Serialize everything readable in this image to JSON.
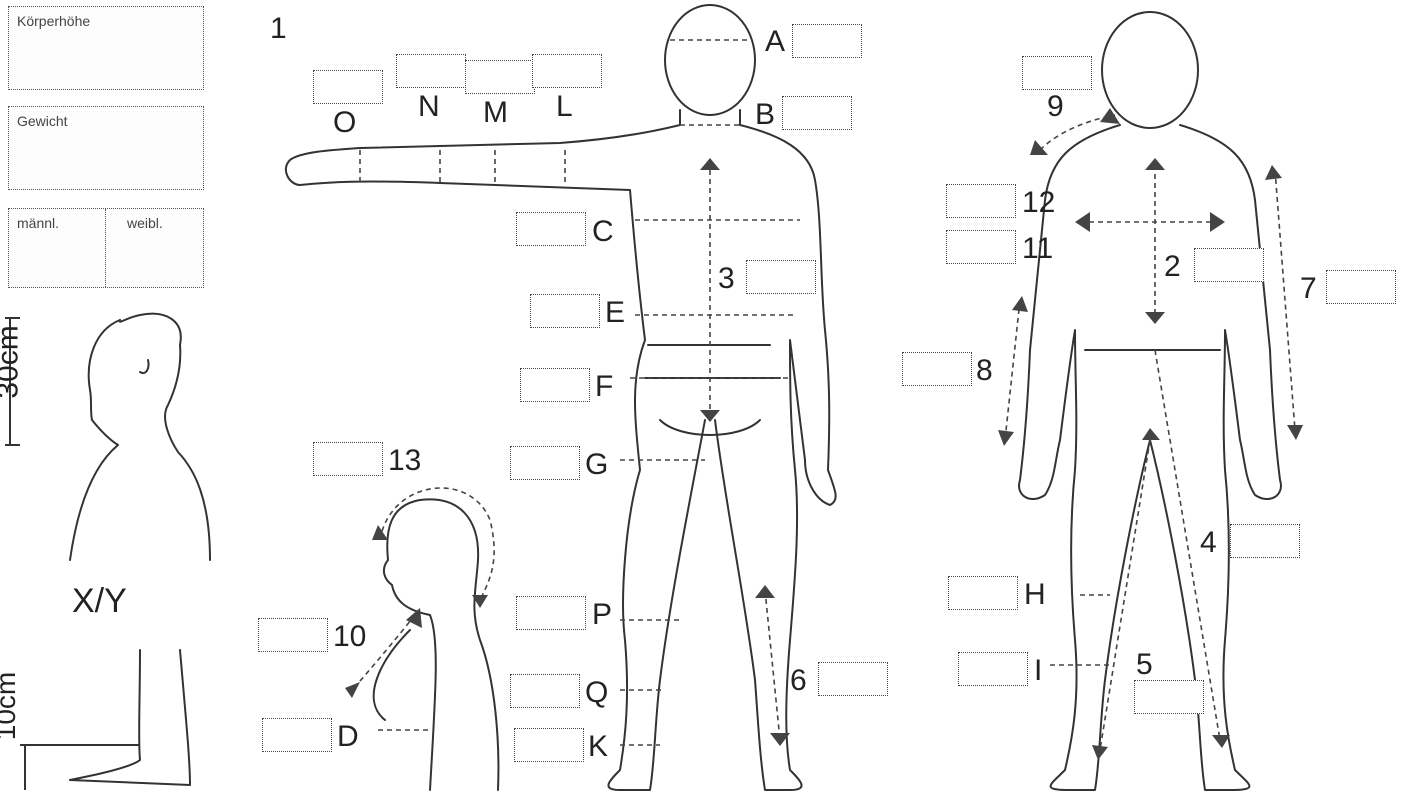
{
  "panels": {
    "height_label": "Körperhöhe",
    "weight_label": "Gewicht",
    "male_label": "männl.",
    "female_label": "weibl."
  },
  "markers": {
    "one": "1",
    "A": "A",
    "B": "B",
    "C": "C",
    "E": "E",
    "F": "F",
    "G": "G",
    "P": "P",
    "Q": "Q",
    "K": "K",
    "D": "D",
    "H": "H",
    "I": "I",
    "L": "L",
    "M": "M",
    "N": "N",
    "O": "O",
    "n2": "2",
    "n3": "3",
    "n4": "4",
    "n5": "5",
    "n6": "6",
    "n7": "7",
    "n8": "8",
    "n9": "9",
    "n10": "10",
    "n11": "11",
    "n12": "12",
    "n13": "13"
  },
  "profile": {
    "scale_30": "30cm",
    "scale_10": "10cm",
    "xy": "X/Y"
  }
}
